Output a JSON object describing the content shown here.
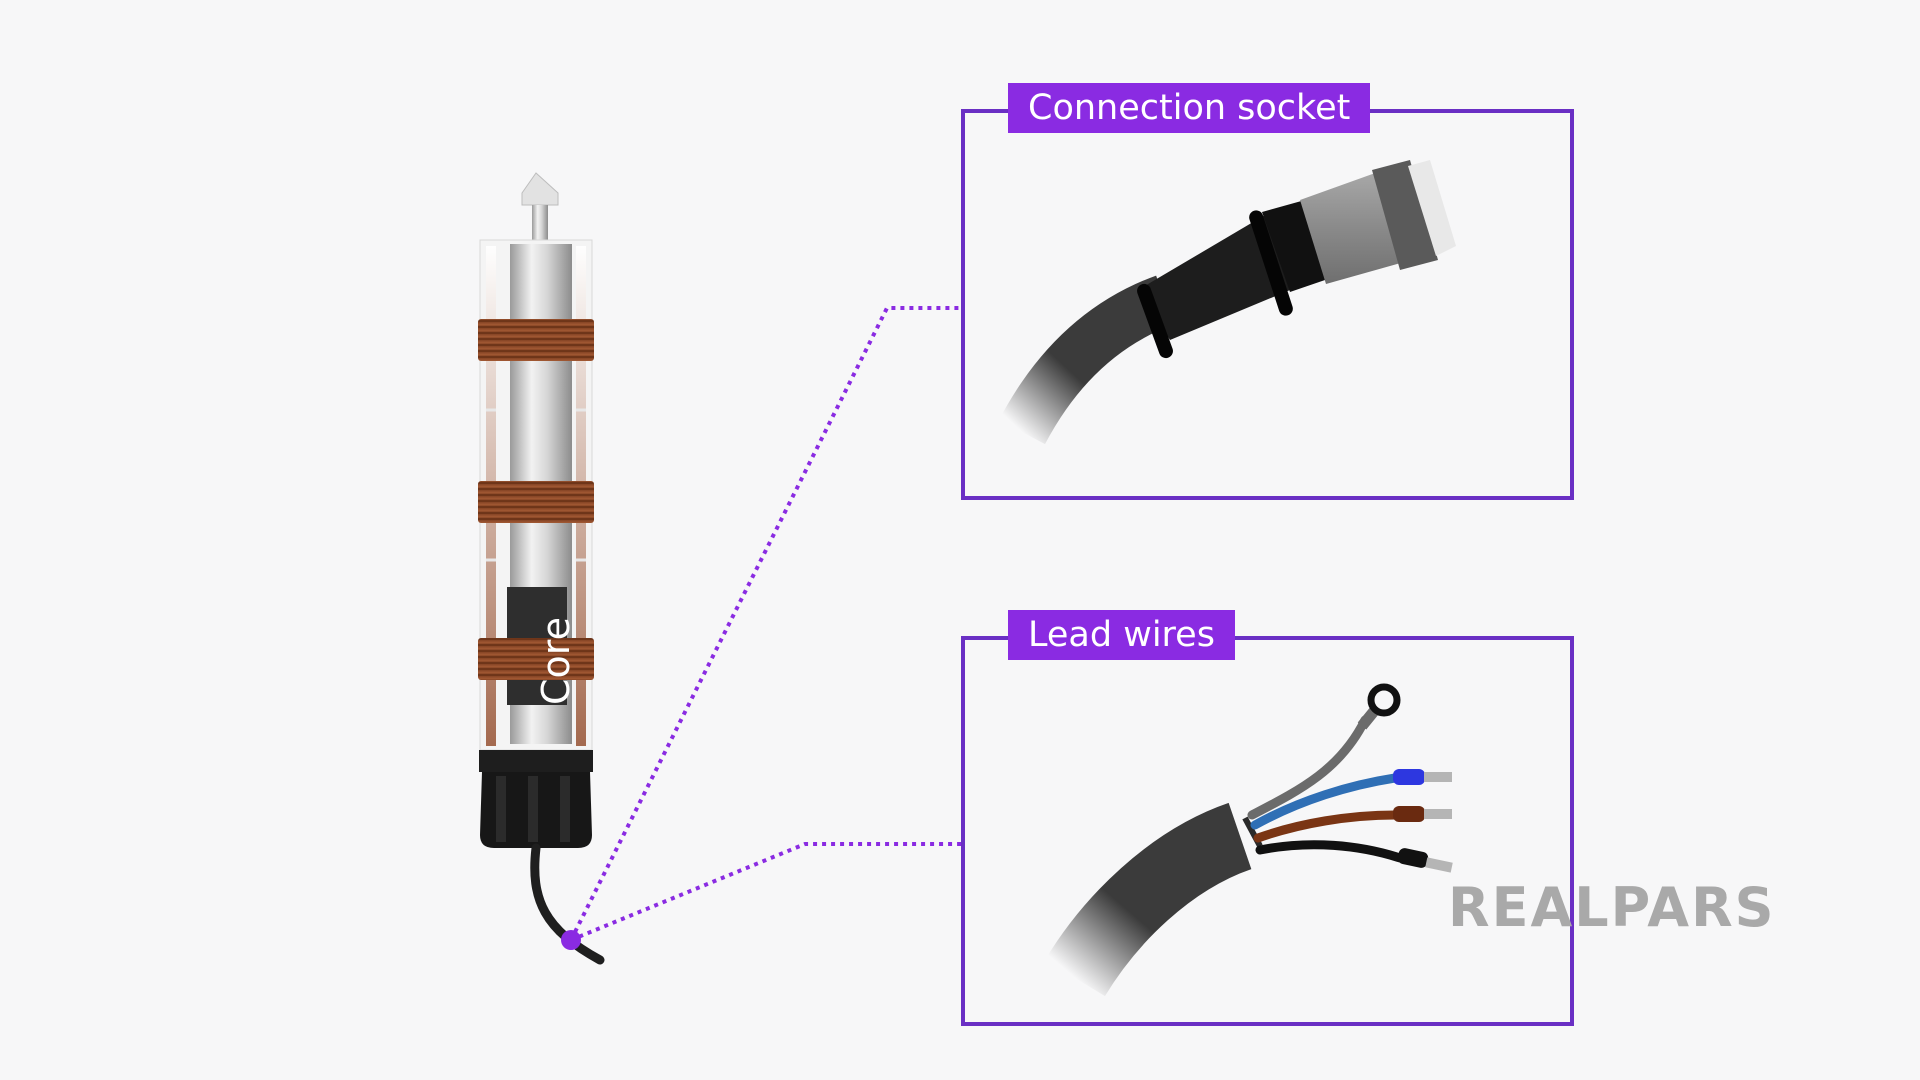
{
  "labels": {
    "connection_socket": "Connection socket",
    "lead_wires": "Lead wires",
    "core": "Core",
    "logo": "REALPARS"
  },
  "colors": {
    "accent": "#8a2be2",
    "box_border": "#6a2fc4",
    "copper": "#8b4a2b",
    "wire_blue": "#2f6fb5",
    "wire_brown": "#7a3514",
    "wire_black": "#111111",
    "wire_grey": "#6b6b6b",
    "cable": "#3a3a3a"
  },
  "icons": {
    "sensor": "lvdt-sensor-illustration",
    "socket": "m12-connector-illustration",
    "leads": "stripped-cable-illustration"
  }
}
